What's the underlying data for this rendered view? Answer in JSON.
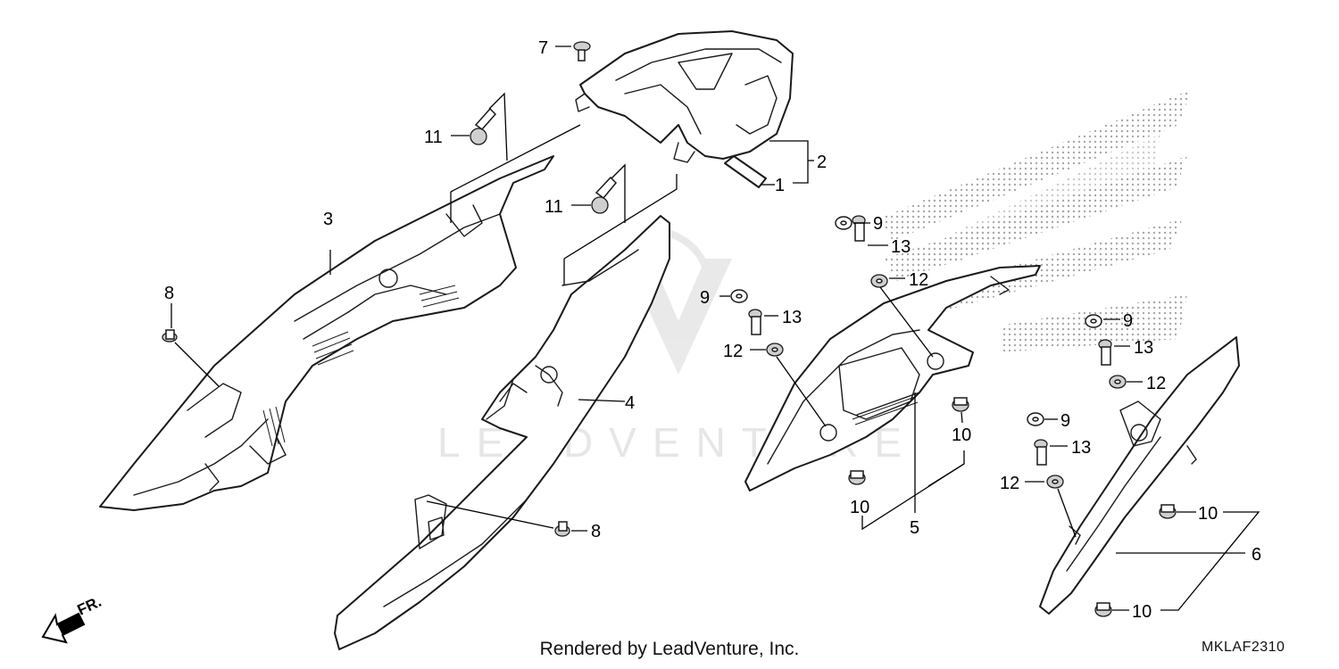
{
  "callouts": {
    "c1": "1",
    "c2": "2",
    "c3": "3",
    "c4": "4",
    "c5": "5",
    "c6": "6",
    "c7": "7",
    "c8a": "8",
    "c8b": "8",
    "c9a": "9",
    "c9b": "9",
    "c9c": "9",
    "c9d": "9",
    "c10a": "10",
    "c10b": "10",
    "c10c": "10",
    "c10d": "10",
    "c11a": "11",
    "c11b": "11",
    "c12a": "12",
    "c12b": "12",
    "c12c": "12",
    "c12d": "12",
    "c13a": "13",
    "c13b": "13",
    "c13c": "13",
    "c13d": "13"
  },
  "front_indicator": "FR.",
  "watermark": "LEADVENTURE",
  "credit": "Rendered by LeadVenture, Inc.",
  "diagram_code": "MKLAF2310",
  "colors": {
    "line": "#1a1a1a",
    "watermark": "#e6e6e6",
    "halftone": "#9a9a9a"
  }
}
